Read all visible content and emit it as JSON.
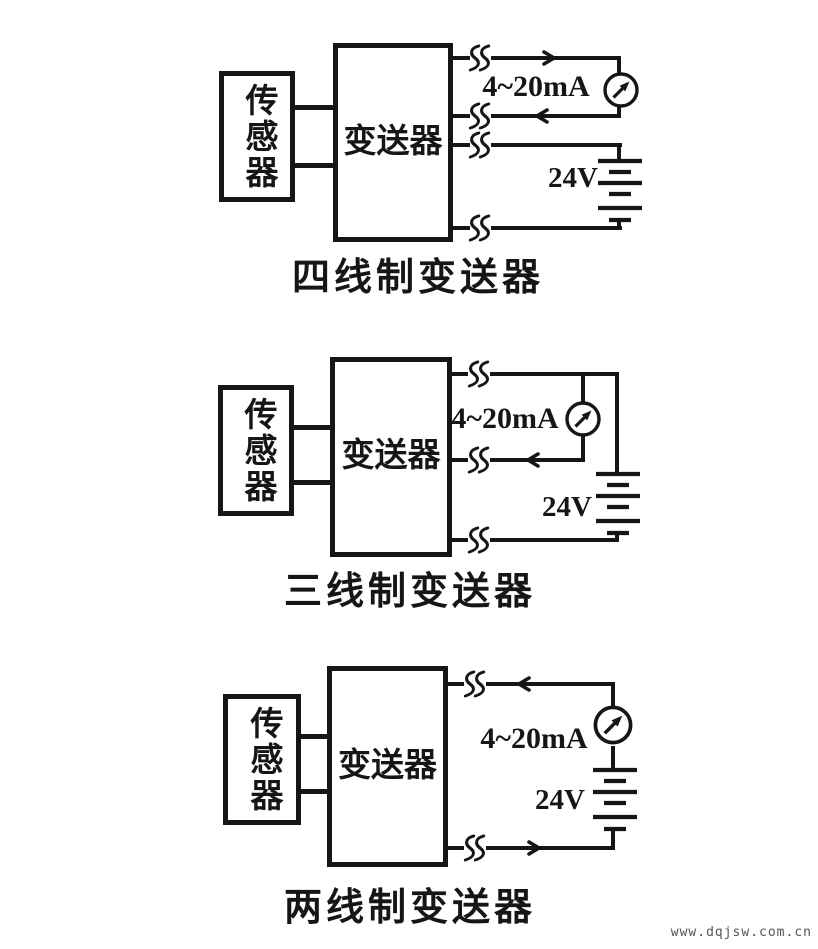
{
  "colors": {
    "line": "#161616",
    "background": "#ffffff",
    "watermark": "#555555"
  },
  "watermark": "www.dqjsw.com.cn",
  "diagrams": [
    {
      "caption": "四线制变送器",
      "sensor_label": "传感器",
      "transmitter_label": "变送器",
      "current_label": "4~20mA",
      "voltage_label": "24V",
      "wires": 4
    },
    {
      "caption": "三线制变送器",
      "sensor_label": "传感器",
      "transmitter_label": "变送器",
      "current_label": "4~20mA",
      "voltage_label": "24V",
      "wires": 3
    },
    {
      "caption": "两线制变送器",
      "sensor_label": "传感器",
      "transmitter_label": "变送器",
      "current_label": "4~20mA",
      "voltage_label": "24V",
      "wires": 2
    }
  ]
}
